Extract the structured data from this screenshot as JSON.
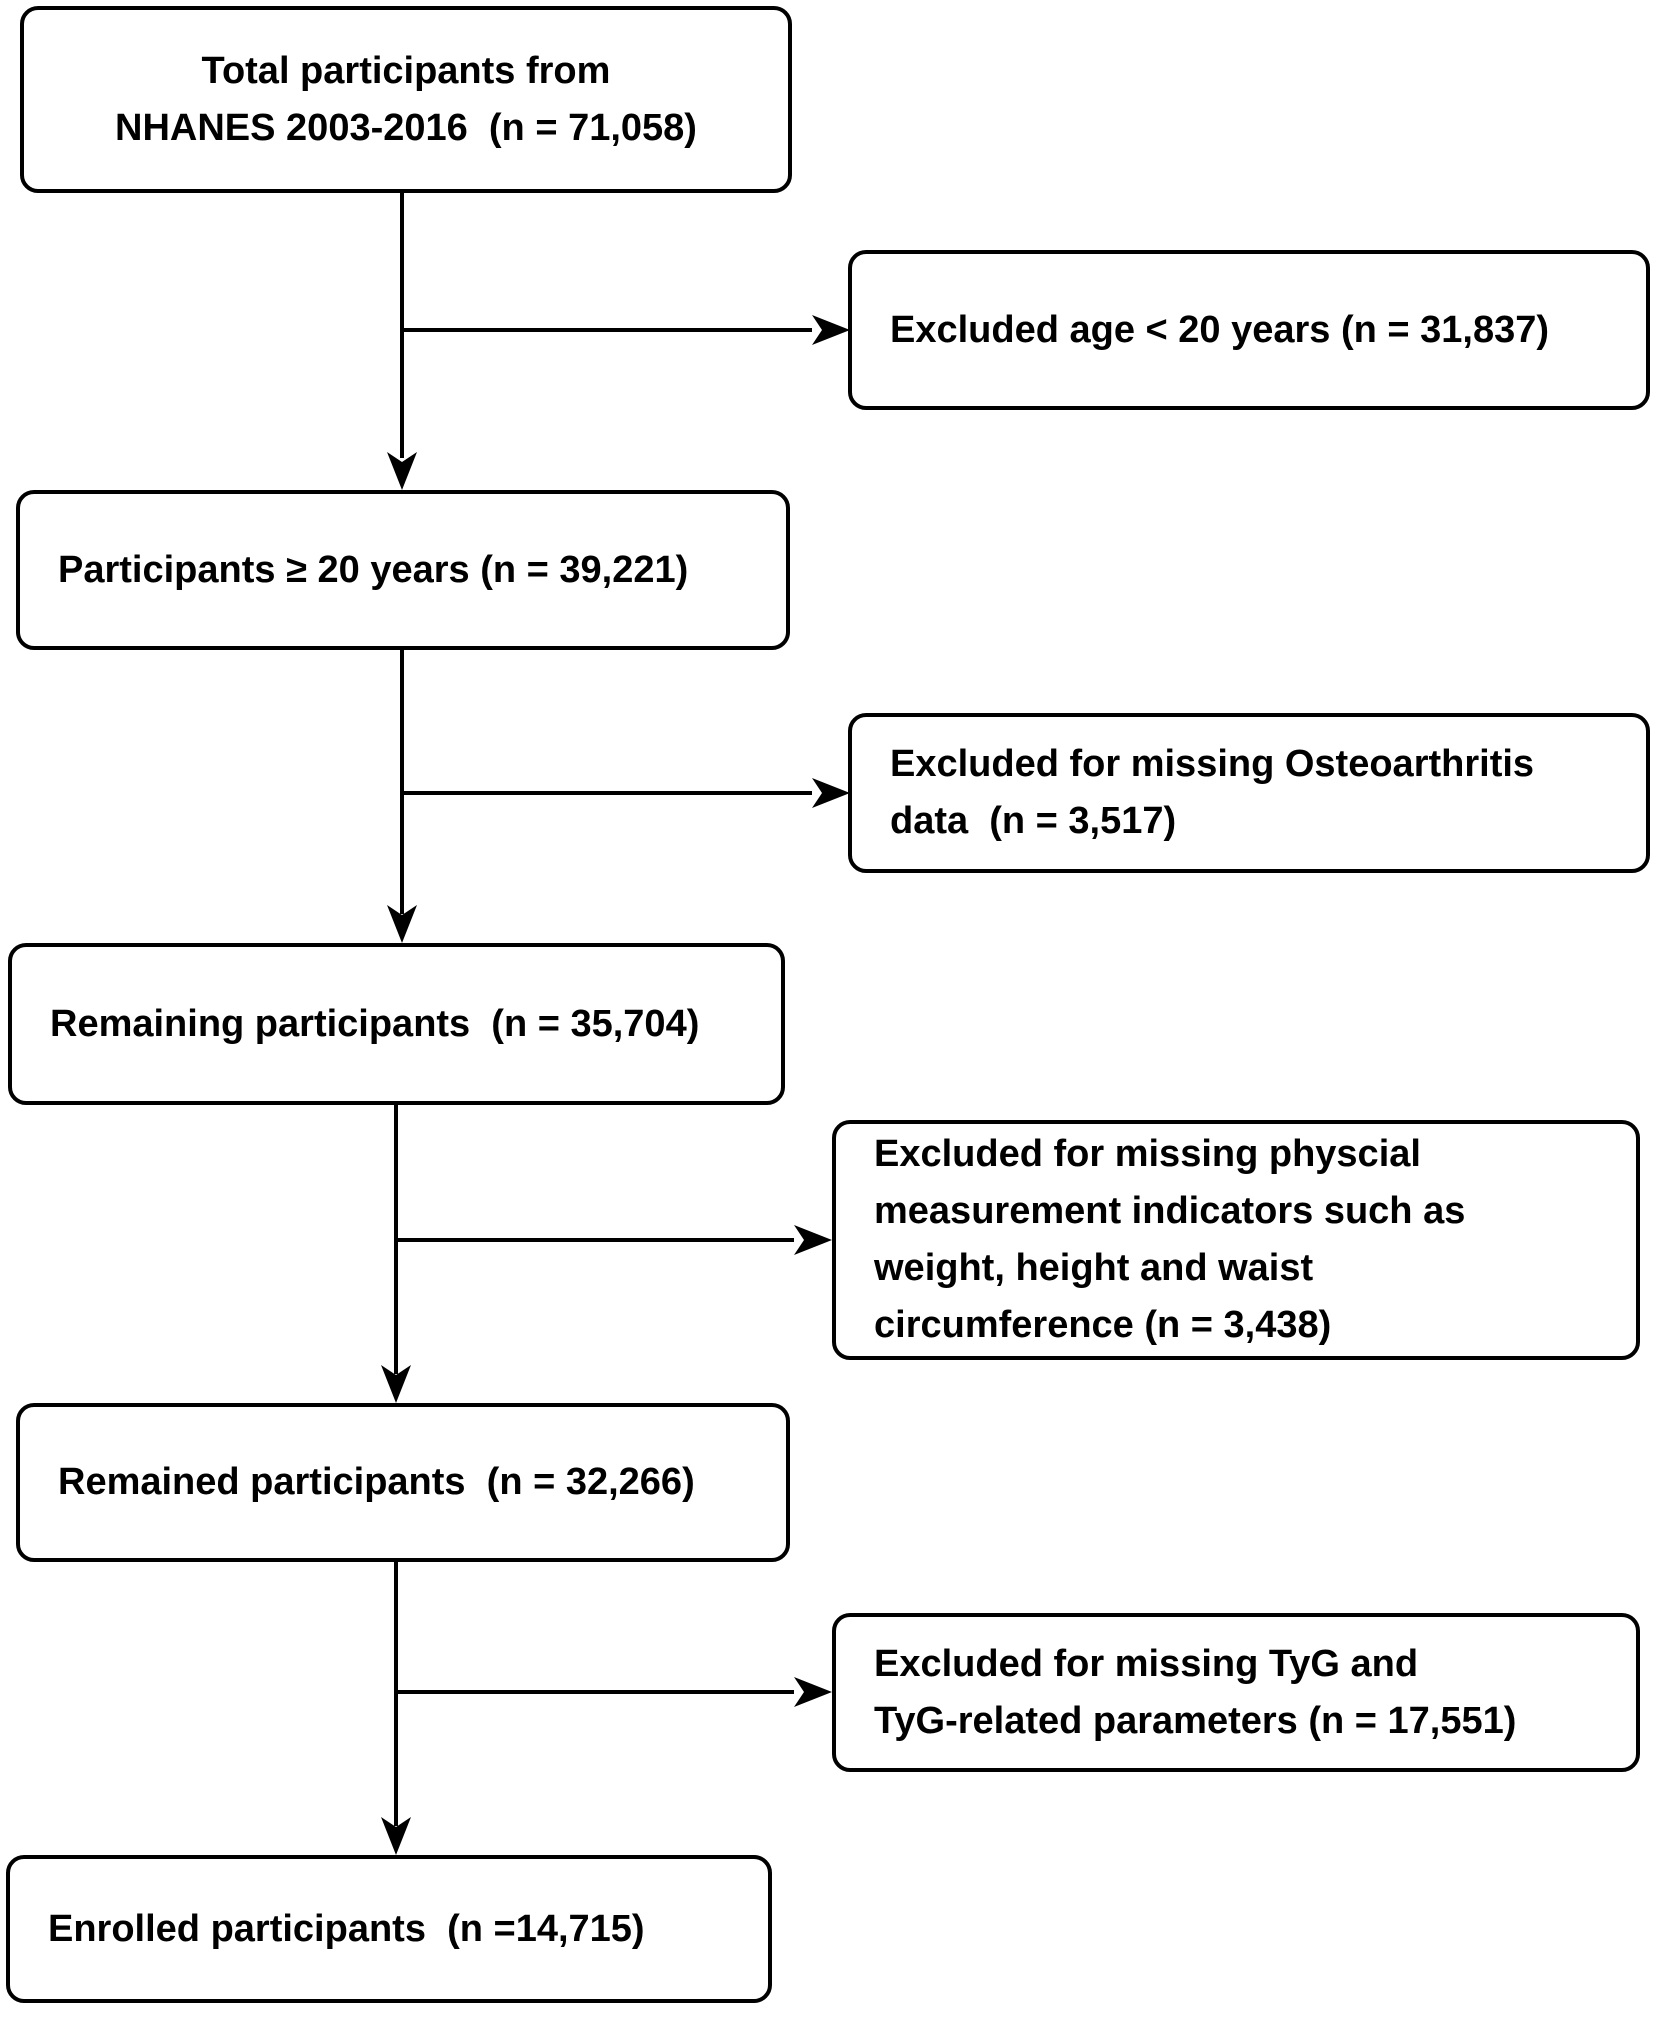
{
  "flowchart": {
    "colors": {
      "background": "#ffffff",
      "box_border": "#000000",
      "connector_line": "#000000",
      "text": "#000000"
    },
    "nodes": [
      {
        "id": "total-participants",
        "lines": [
          "Total participants from",
          "NHANES 2003-2016  (n = 71,058)"
        ]
      },
      {
        "id": "excluded-age",
        "lines": [
          "Excluded age < 20 years (n = 31,837)"
        ]
      },
      {
        "id": "participants-20plus",
        "lines": [
          "Participants ≥ 20 years (n = 39,221)"
        ]
      },
      {
        "id": "excluded-osteoarthritis",
        "lines": [
          "Excluded for missing Osteoarthritis",
          "data  (n = 3,517)"
        ]
      },
      {
        "id": "remaining-participants",
        "lines": [
          "Remaining participants  (n = 35,704)"
        ]
      },
      {
        "id": "excluded-physical-measurement",
        "lines": [
          "Excluded for missing physcial",
          "measurement indicators such as",
          "weight, height and waist",
          "circumference (n = 3,438)"
        ]
      },
      {
        "id": "remained-participants",
        "lines": [
          "Remained participants  (n = 32,266)"
        ]
      },
      {
        "id": "excluded-tyg",
        "lines": [
          "Excluded for missing TyG and",
          "TyG-related parameters (n = 17,551)"
        ]
      },
      {
        "id": "enrolled-participants",
        "lines": [
          "Enrolled participants  (n =14,715)"
        ]
      }
    ]
  }
}
